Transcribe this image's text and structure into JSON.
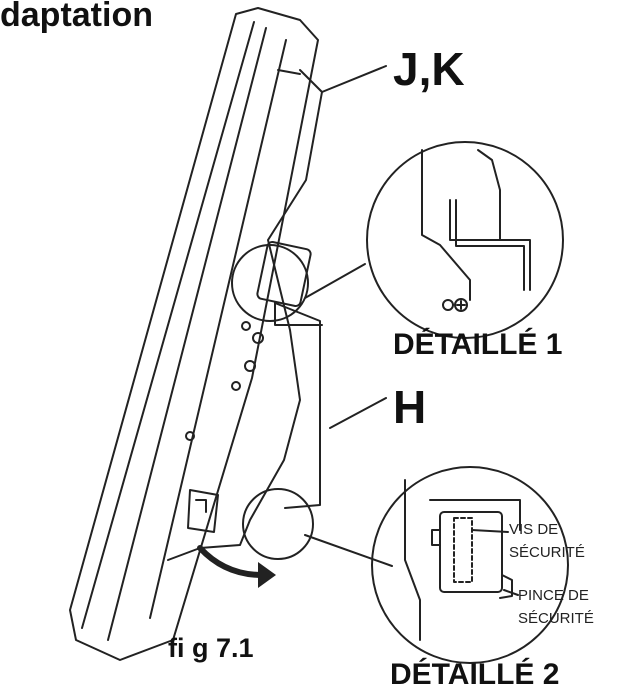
{
  "title": "daptation",
  "labels": {
    "jk": "J,K",
    "h": "H",
    "detail1": "DÉTAILLÉ 1",
    "detail2": "DÉTAILLÉ 2",
    "figure": "fi g 7.1",
    "vis_line1": "VIS DE",
    "vis_line2": "SÉCURITÉ",
    "pince_line1": "PINCE DE",
    "pince_line2": "SÉCURITÉ"
  },
  "colors": {
    "ink": "#111111",
    "background": "#ffffff"
  }
}
